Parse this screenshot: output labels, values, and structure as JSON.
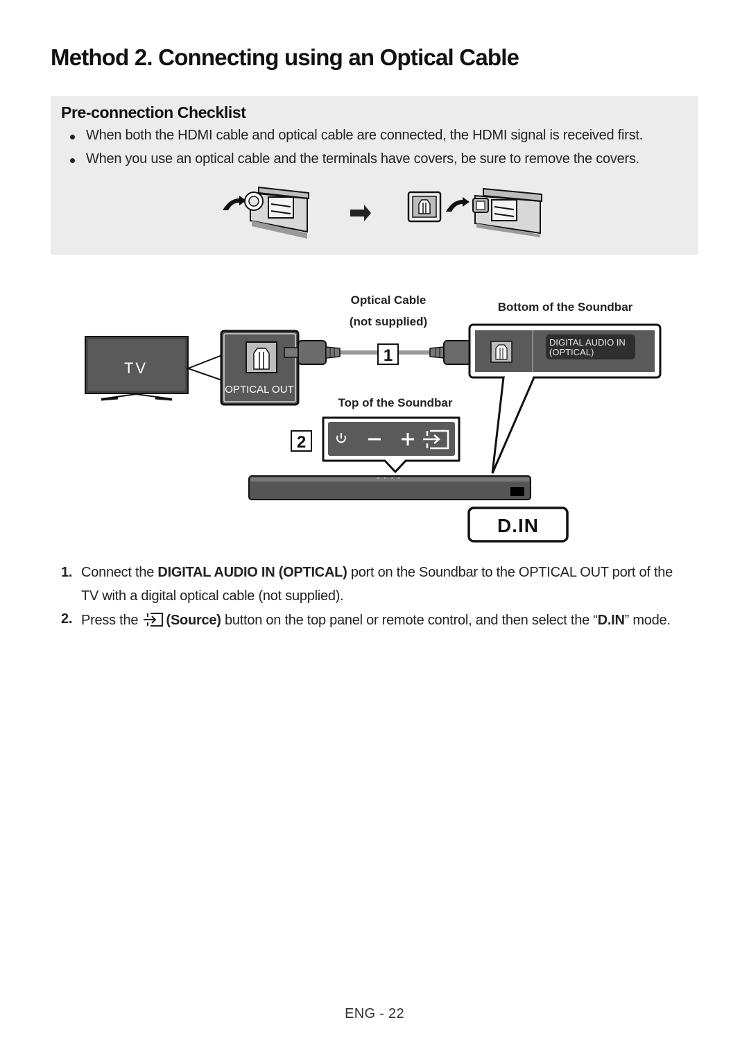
{
  "page": {
    "title": "Method 2. Connecting using an Optical Cable",
    "footer": "ENG - 22"
  },
  "checklist": {
    "title": "Pre-connection Checklist",
    "bullets": [
      "When both the HDMI cable and optical cable are connected, the HDMI signal is received first.",
      "When you use an optical cable and the terminals have covers, be sure to remove the covers."
    ]
  },
  "diagram": {
    "tv_label": "TV",
    "optical_out_label": "OPTICAL OUT",
    "cable_label_line1": "Optical Cable",
    "cable_label_line2": "(not supplied)",
    "bottom_label": "Bottom of the Soundbar",
    "port_label_line1": "DIGITAL AUDIO IN",
    "port_label_line2": "(OPTICAL)",
    "top_label": "Top of the Soundbar",
    "step1_marker": "1",
    "step2_marker": "2",
    "mode_display": "D.IN",
    "button_icons": [
      "power-icon",
      "minus-icon",
      "plus-icon",
      "source-icon"
    ]
  },
  "steps": {
    "s1": {
      "num": "1.",
      "t1": "Connect the ",
      "b1": "DIGITAL AUDIO IN (OPTICAL)",
      "t2": " port on the Soundbar to the OPTICAL OUT port of the",
      "line2": "TV with a digital optical cable (not supplied)."
    },
    "s2": {
      "num": "2.",
      "t1": "Press the ",
      "b1": "(Source)",
      "t2": " button on the top panel or remote control, and then select the “",
      "b2": "D.IN",
      "t3": "” mode."
    }
  },
  "colors": {
    "checklist_bg": "#ececec",
    "panel_dark": "#555555",
    "outline": "#000000"
  }
}
